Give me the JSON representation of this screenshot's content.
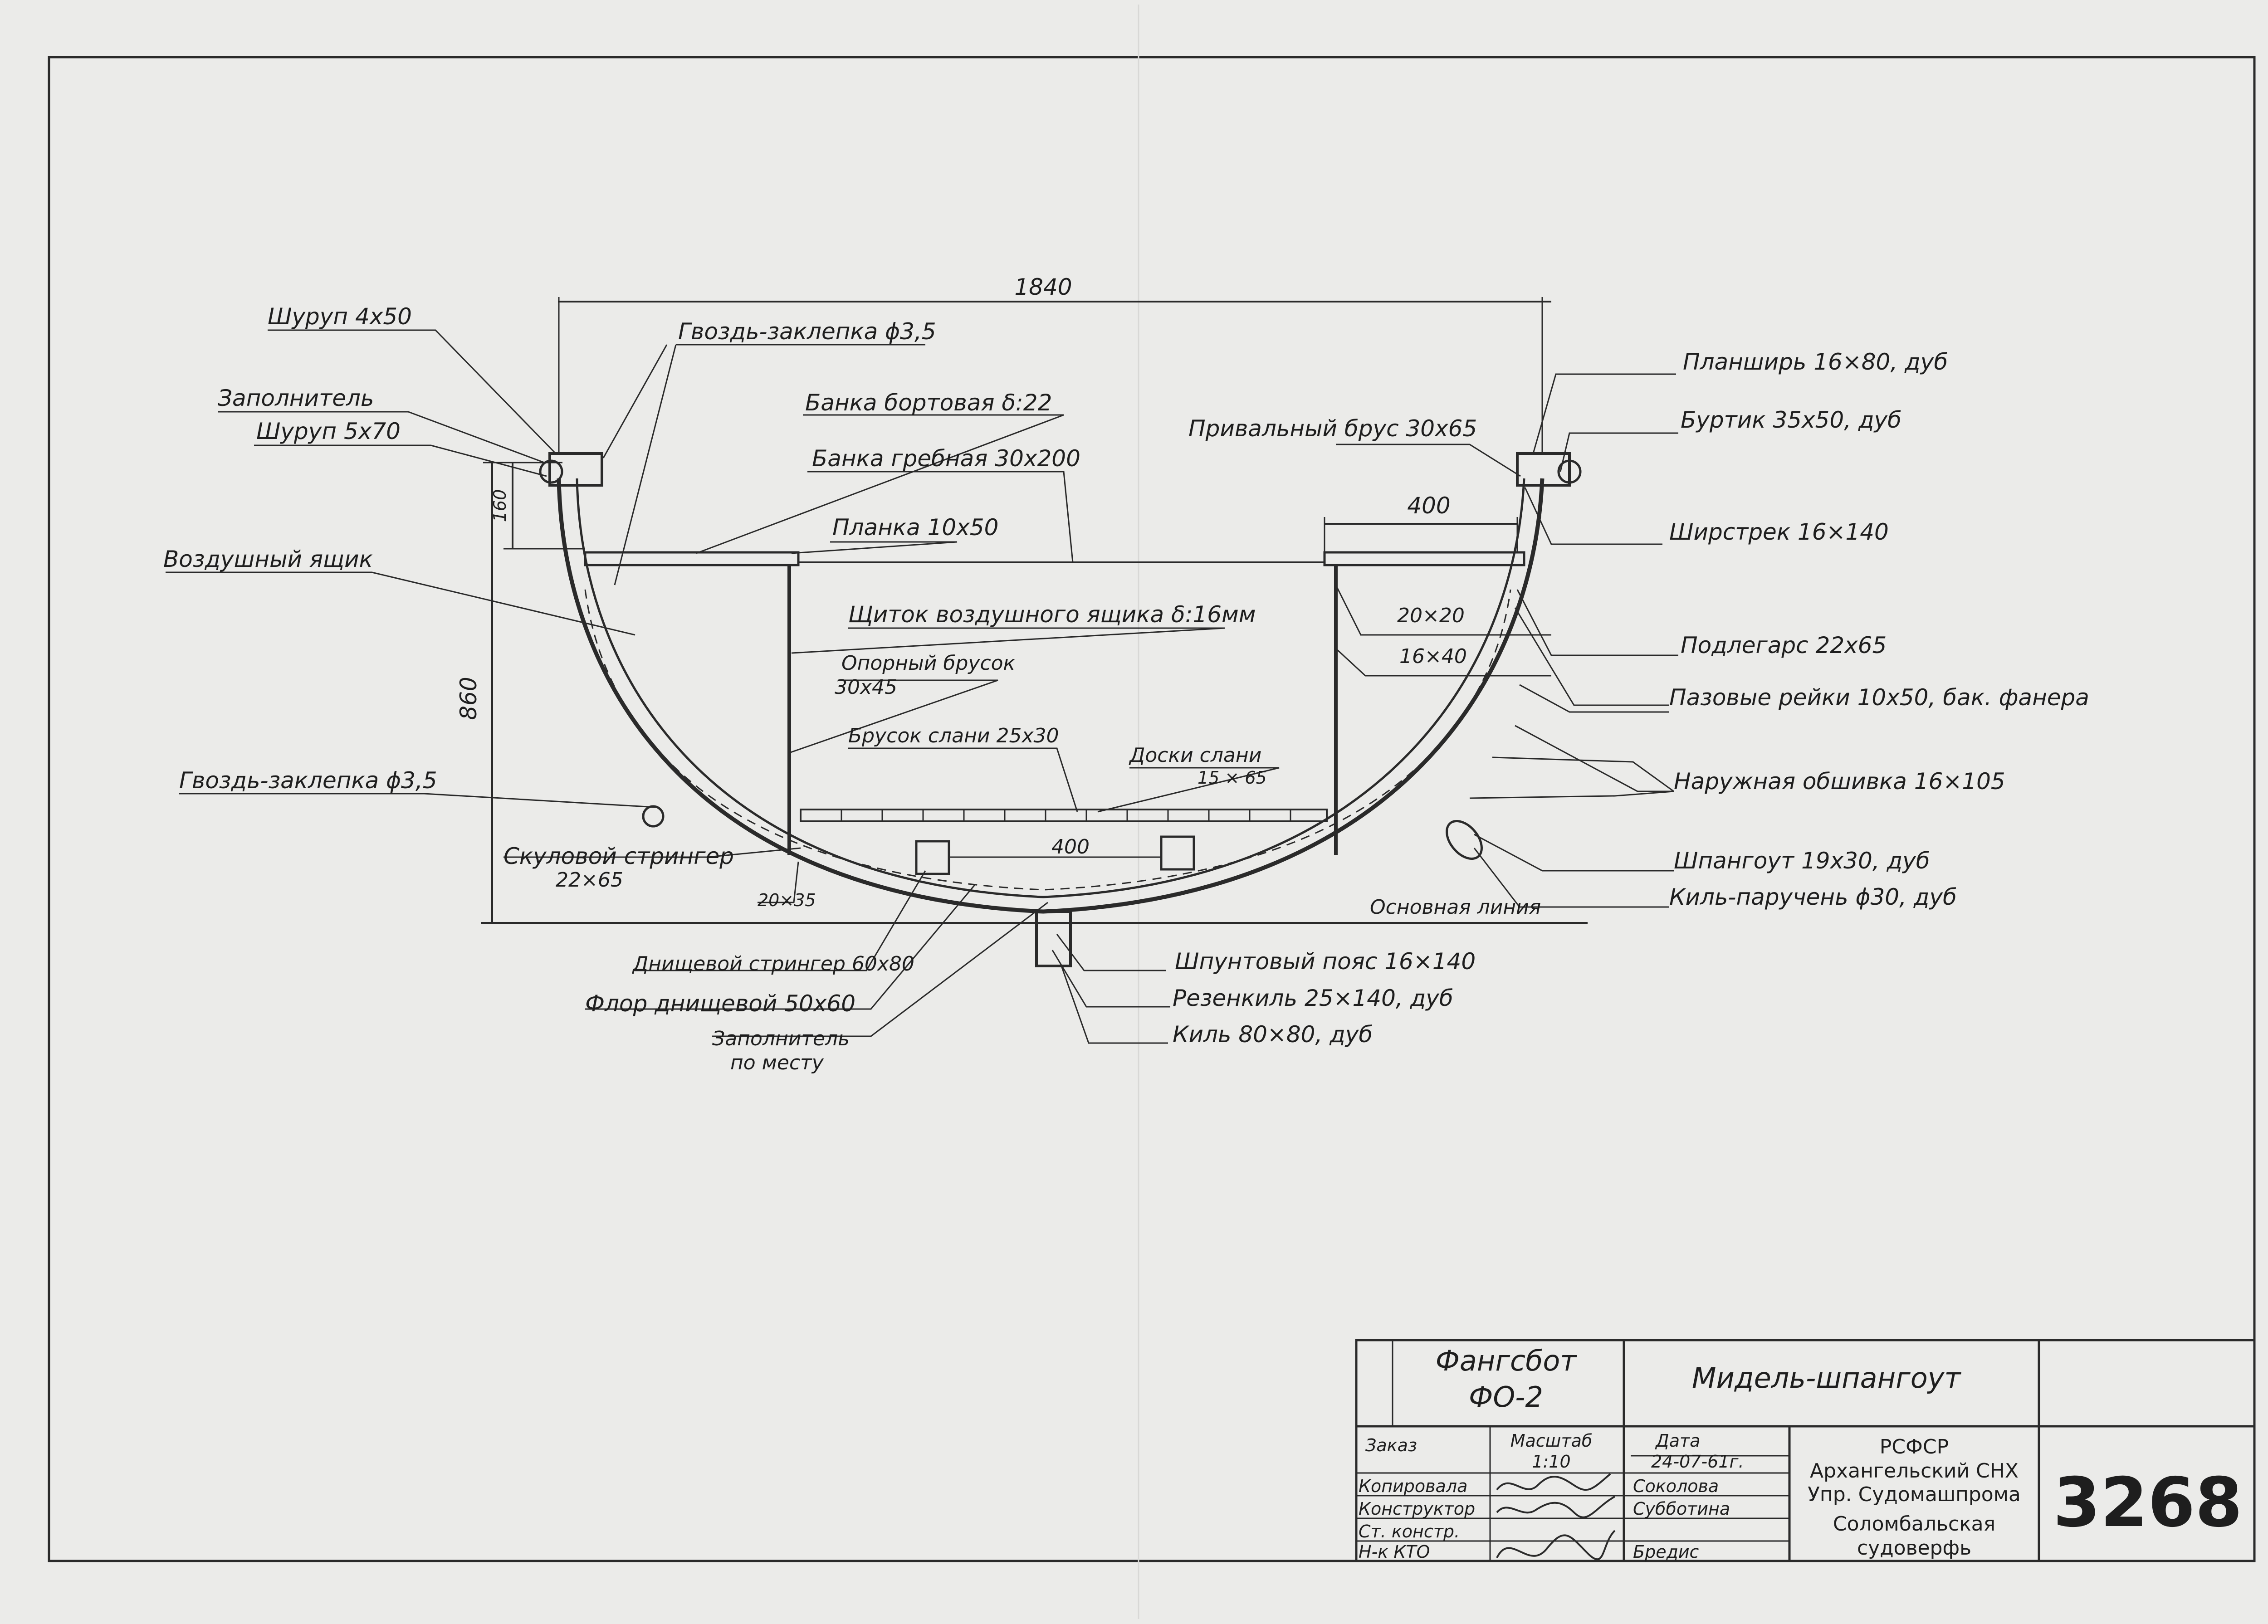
{
  "dimensions": {
    "overall_width": "1840",
    "bench_width": "400",
    "floor_width": "400",
    "depth": "860",
    "gunwale_height": "160"
  },
  "labels": {
    "left": [
      "Шуруп 4х50",
      "Гвоздь-заклепка ϕ3,5",
      "Заполнитель",
      "Шуруп 5х70",
      "Банка бортовая δ:22",
      "Банка гребная 30х200",
      "Планка 10х50",
      "Воздушный ящик",
      "Щиток воздушного ящика δ:16мм",
      "Опорный брусок",
      "30х45",
      "Брусок слани 25х30",
      "Доски слани",
      "15 × 65",
      "Гвоздь-заклепка ϕ3,5",
      "Скуловой стрингер",
      "22×65",
      "20×35",
      "Днищевой стрингер 60х80",
      "Флор днищевой 50х60",
      "Заполнитель",
      "по месту"
    ],
    "right": [
      "Планширь 16×80, дуб",
      "Привальный брус 30х65",
      "Буртик  35х50, дуб",
      "Ширстрек  16×140",
      "20×20",
      "16×40",
      "Подлегарс  22х65",
      "Пазовые рейки 10х50, бак. фанера",
      "Наружная обшивка 16×105",
      "Шпангоут  19х30, дуб",
      "Киль-паручень  ϕ30, дуб",
      "Основная линия"
    ],
    "bottom": [
      "Шпунтовый пояс  16×140",
      "Резенкиль  25×140, дуб",
      "Киль  80×80, дуб"
    ]
  },
  "title_block": {
    "vessel_name": "Фангсбот",
    "vessel_code": "ФО-2",
    "drawing_title": "Мидель-шпангоут",
    "order_label": "Заказ",
    "scale_label": "Масштаб",
    "scale_value": "1:10",
    "date_label": "Дата",
    "date_value": "24-07-61г.",
    "roles": [
      "Копировала",
      "Конструктор",
      "Ст. констр.",
      "Н-к КТО"
    ],
    "names": [
      "Соколова",
      "Субботина",
      "",
      "Бредис"
    ],
    "org_lines": [
      "РСФСР",
      "Архангельский СНХ",
      "Упр. Судомашпрома",
      "Соломбальская",
      "судоверфь"
    ],
    "sheet_number": "3268"
  }
}
